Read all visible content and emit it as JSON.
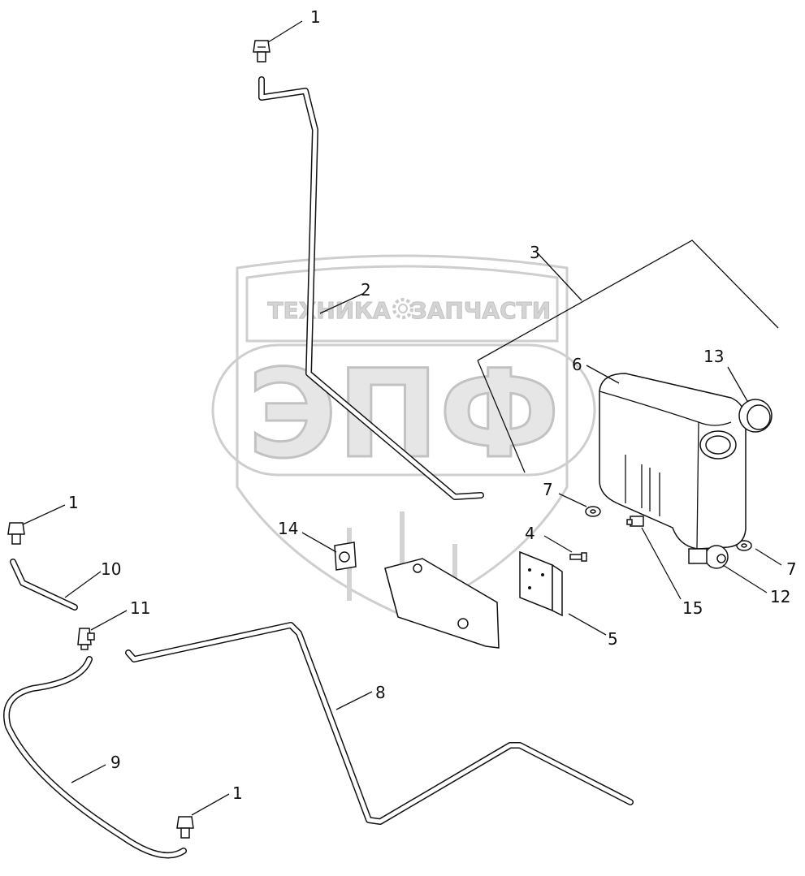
{
  "watermark": {
    "top_left": "ТЕХНИКА",
    "top_right": "ЗАПЧАСТИ",
    "letters": "ЭПФ",
    "gear_icon": "gear-icon"
  },
  "callouts": [
    {
      "id": "c1a",
      "text": "1"
    },
    {
      "id": "c1b",
      "text": "1"
    },
    {
      "id": "c1c",
      "text": "1"
    },
    {
      "id": "c2",
      "text": "2"
    },
    {
      "id": "c3",
      "text": "3"
    },
    {
      "id": "c4",
      "text": "4"
    },
    {
      "id": "c5",
      "text": "5"
    },
    {
      "id": "c6",
      "text": "6"
    },
    {
      "id": "c7a",
      "text": "7"
    },
    {
      "id": "c7b",
      "text": "7"
    },
    {
      "id": "c8",
      "text": "8"
    },
    {
      "id": "c9",
      "text": "9"
    },
    {
      "id": "c10",
      "text": "10"
    },
    {
      "id": "c11",
      "text": "11"
    },
    {
      "id": "c12",
      "text": "12"
    },
    {
      "id": "c13",
      "text": "13"
    },
    {
      "id": "c14",
      "text": "14"
    },
    {
      "id": "c15",
      "text": "15"
    }
  ]
}
